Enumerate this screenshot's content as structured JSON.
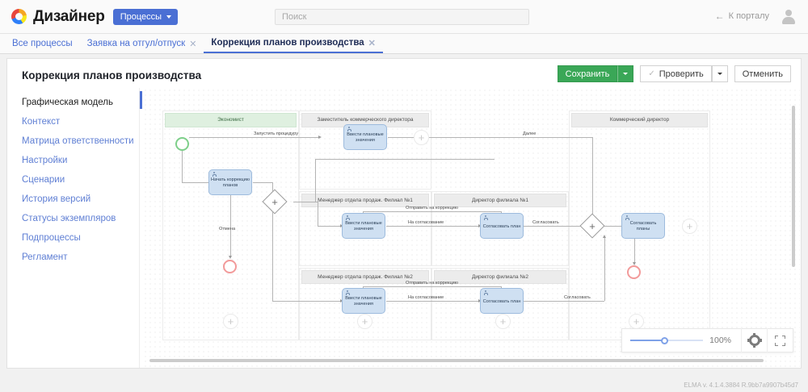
{
  "header": {
    "brand": "Дизайнер",
    "module_badge": "Процессы",
    "search_placeholder": "Поиск",
    "portal_link": "К порталу",
    "back_arrow": "←"
  },
  "tabs": [
    {
      "label": "Все процессы",
      "closable": false,
      "active": false
    },
    {
      "label": "Заявка на отгул/отпуск",
      "closable": true,
      "active": false
    },
    {
      "label": "Коррекция планов производства",
      "closable": true,
      "active": true
    }
  ],
  "page": {
    "title": "Коррекция планов производства"
  },
  "toolbar": {
    "save_label": "Сохранить",
    "check_label": "Проверить",
    "cancel_label": "Отменить",
    "check_glyph": "✓",
    "save_accent": "#3aa757"
  },
  "sidebar": {
    "items": [
      {
        "label": "Графическая модель",
        "active": true
      },
      {
        "label": "Контекст",
        "active": false
      },
      {
        "label": "Матрица ответственности",
        "active": false
      },
      {
        "label": "Настройки",
        "active": false
      },
      {
        "label": "Сценарии",
        "active": false
      },
      {
        "label": "История версий",
        "active": false
      },
      {
        "label": "Статусы экземпляров",
        "active": false
      },
      {
        "label": "Подпроцессы",
        "active": false
      },
      {
        "label": "Регламент",
        "active": false
      }
    ]
  },
  "diagram": {
    "lanes": [
      {
        "label": "Экономист",
        "color": "#dff0e0"
      },
      {
        "label": "Заместитель коммерческого директора",
        "color": "#ececec"
      },
      {
        "label": "Коммерческий директор",
        "color": "#ececec"
      },
      {
        "label": "Менеджер отдела продаж. Филиал №1",
        "color": "#ececec"
      },
      {
        "label": "Директор филиала №1",
        "color": "#ececec"
      },
      {
        "label": "Менеджер отдела продаж. Филиал №2",
        "color": "#ececec"
      },
      {
        "label": "Директор филиала №2",
        "color": "#ececec"
      }
    ],
    "tasks": [
      {
        "label": "Начать коррекцию планов"
      },
      {
        "label": "Ввести плановые значения"
      },
      {
        "label": "Ввести плановые значения"
      },
      {
        "label": "Согласовать план"
      },
      {
        "label": "Ввести плановые значения"
      },
      {
        "label": "Согласовать план"
      },
      {
        "label": "Согласовать планы"
      }
    ],
    "edge_labels": [
      {
        "text": "Запустить процедуру"
      },
      {
        "text": "Отмена"
      },
      {
        "text": "Далее"
      },
      {
        "text": "Отправить на коррекцию"
      },
      {
        "text": "На согласование"
      },
      {
        "text": "Согласовать"
      },
      {
        "text": "Отправить на коррекцию"
      },
      {
        "text": "На согласование"
      },
      {
        "text": "Согласовать"
      }
    ],
    "gateway_glyph": "+",
    "plus_glyph": "+"
  },
  "zoom_panel": {
    "value": "100%",
    "gear_icon": "gear-icon",
    "fit_icon": "fit-screen-icon"
  },
  "footer": {
    "version": "ELMA v. 4.1.4.3884 R.9bb7a9907b45d7"
  }
}
